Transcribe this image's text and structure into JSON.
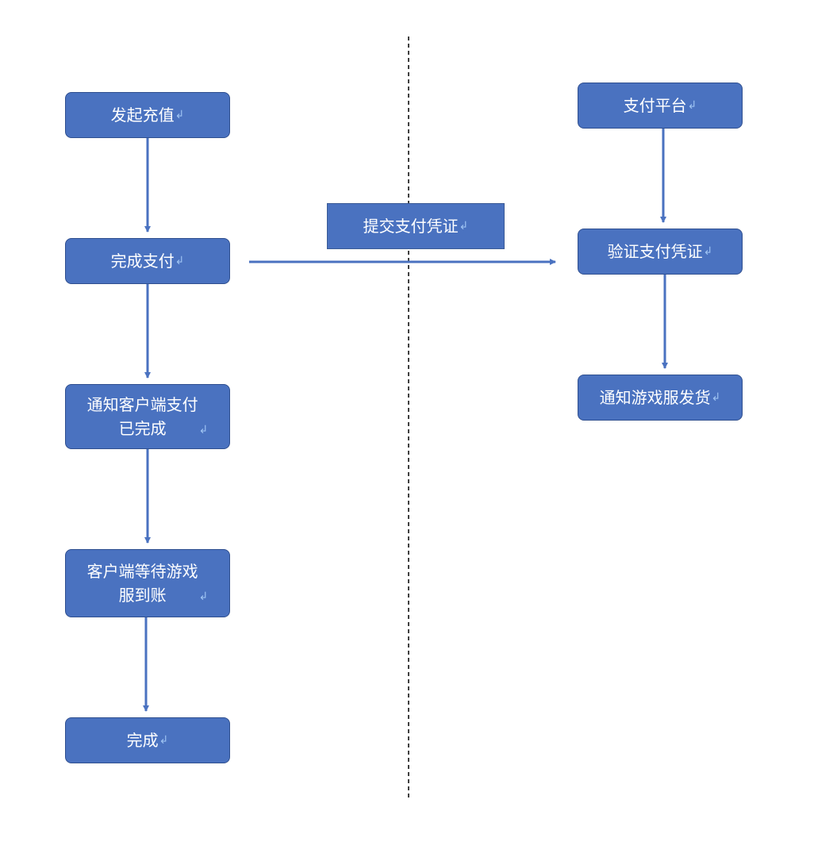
{
  "colors": {
    "node_fill": "#4a72c0",
    "node_border": "#2f4f8f",
    "edge": "#4a72c0",
    "divider": "#000000"
  },
  "return_mark": "↲",
  "nodes": {
    "start_recharge": "发起充值",
    "complete_payment": "完成支付",
    "notify_client": "通知客户端支付\n已完成",
    "client_wait": "客户端等待游戏\n服到账",
    "done": "完成",
    "payment_platform": "支付平台",
    "verify_voucher": "验证支付凭证",
    "notify_game_server": "通知游戏服发货"
  },
  "edge_label": "提交支付凭证"
}
